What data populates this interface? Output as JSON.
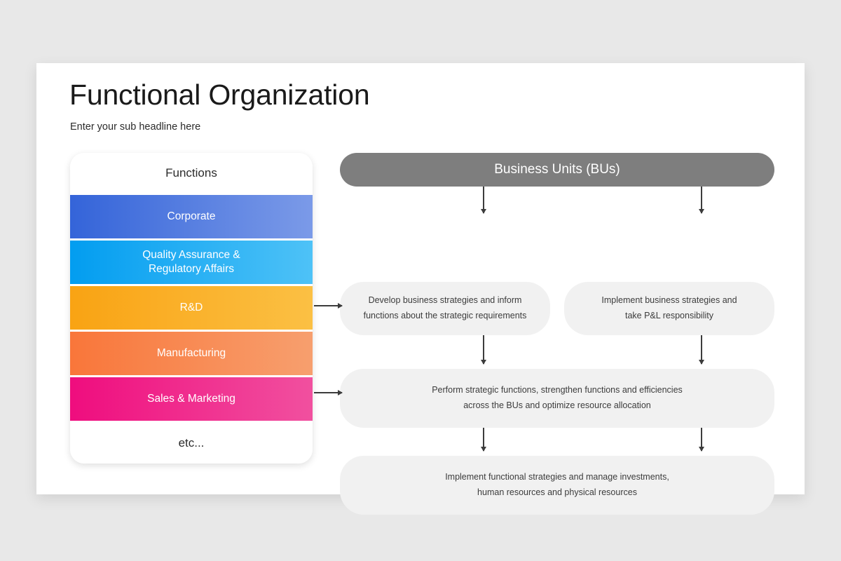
{
  "slide": {
    "title": "Functional Organization",
    "subtitle": "Enter your sub headline here"
  },
  "functions_panel": {
    "header": "Functions",
    "footer": "etc...",
    "items": [
      {
        "label": "Corporate",
        "color_from": "#3464d9",
        "color_to": "#7b9ae8"
      },
      {
        "label": "Quality Assurance &\nRegulatory Affairs",
        "color_from": "#029df0",
        "color_to": "#4ec2f7"
      },
      {
        "label": "R&D",
        "color_from": "#f9a313",
        "color_to": "#fbc044"
      },
      {
        "label": "Manufacturing",
        "color_from": "#f9763a",
        "color_to": "#f79f6e"
      },
      {
        "label": "Sales & Marketing",
        "color_from": "#ef0d7e",
        "color_to": "#f1509f"
      }
    ]
  },
  "flow": {
    "header": "Business Units (BUs)",
    "header_color": "#7e7e7e",
    "box_fill": "#f1f1f1",
    "boxes": [
      {
        "id": "develop-strategies",
        "text": "Develop business strategies and inform\nfunctions about the strategic requirements"
      },
      {
        "id": "implement-strategies",
        "text": "Implement business strategies and\ntake P&L responsibility"
      },
      {
        "id": "perform-functions",
        "text": "Perform strategic functions, strengthen functions and efficiencies\nacross the BUs and optimize resource allocation"
      },
      {
        "id": "implement-functional",
        "text": "Implement functional strategies and manage investments,\nhuman resources and physical resources"
      }
    ]
  }
}
